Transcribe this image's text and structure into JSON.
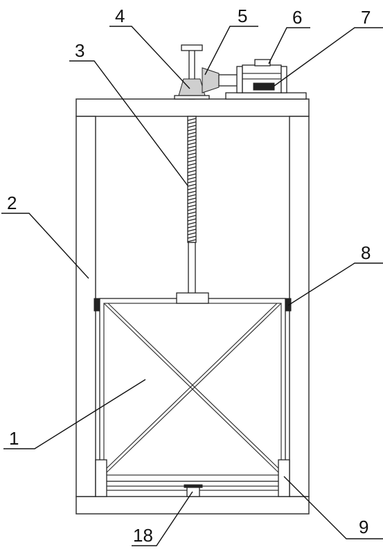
{
  "labels": {
    "l1": "1",
    "l2": "2",
    "l3": "3",
    "l4": "4",
    "l5": "5",
    "l6": "6",
    "l7": "7",
    "l8": "8",
    "l9": "9",
    "l18": "18"
  }
}
